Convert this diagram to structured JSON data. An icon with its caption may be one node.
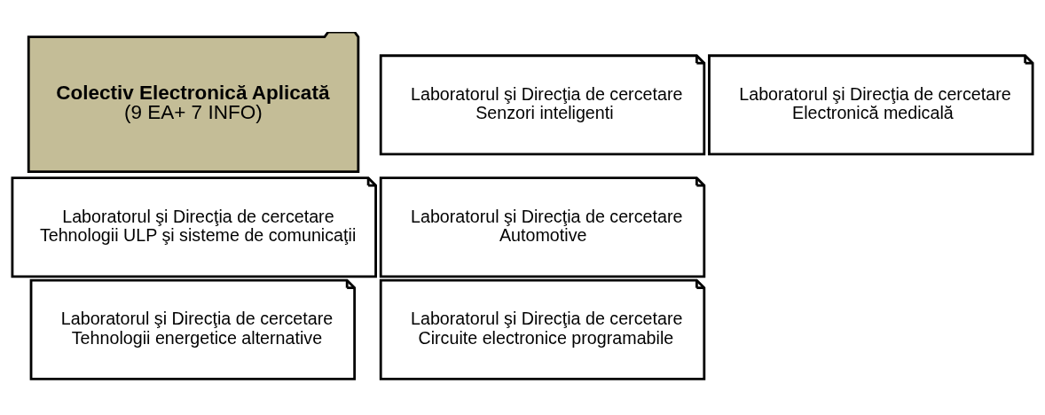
{
  "diagram": {
    "nodes": [
      {
        "text": [
          "Laboratorul şi Direcţia de cercetare",
          "Tehnologii ULP şi sisteme de comunicaţii"
        ]
      },
      {
        "text": [
          "Laboratorul şi Direcţia de cercetare",
          "Tehnologii energetice alternative"
        ]
      },
      {
        "text": [
          "Laboratorul şi Direcţia de cercetare",
          "Senzori inteligenti"
        ]
      },
      {
        "text": [
          "Colectiv Electronică Aplicată",
          "(9 EA+ 7 INFO)"
        ]
      },
      {
        "text": [
          "Laboratorul şi Direcţia de cercetare",
          "Automotive"
        ]
      },
      {
        "text": [
          "Laboratorul şi Direcţia de cercetare",
          "Circuite electronice programabile"
        ]
      },
      {
        "text": [
          "Laboratorul şi Direcţia de cercetare",
          "Electronică medicală"
        ]
      }
    ],
    "edges": []
  }
}
